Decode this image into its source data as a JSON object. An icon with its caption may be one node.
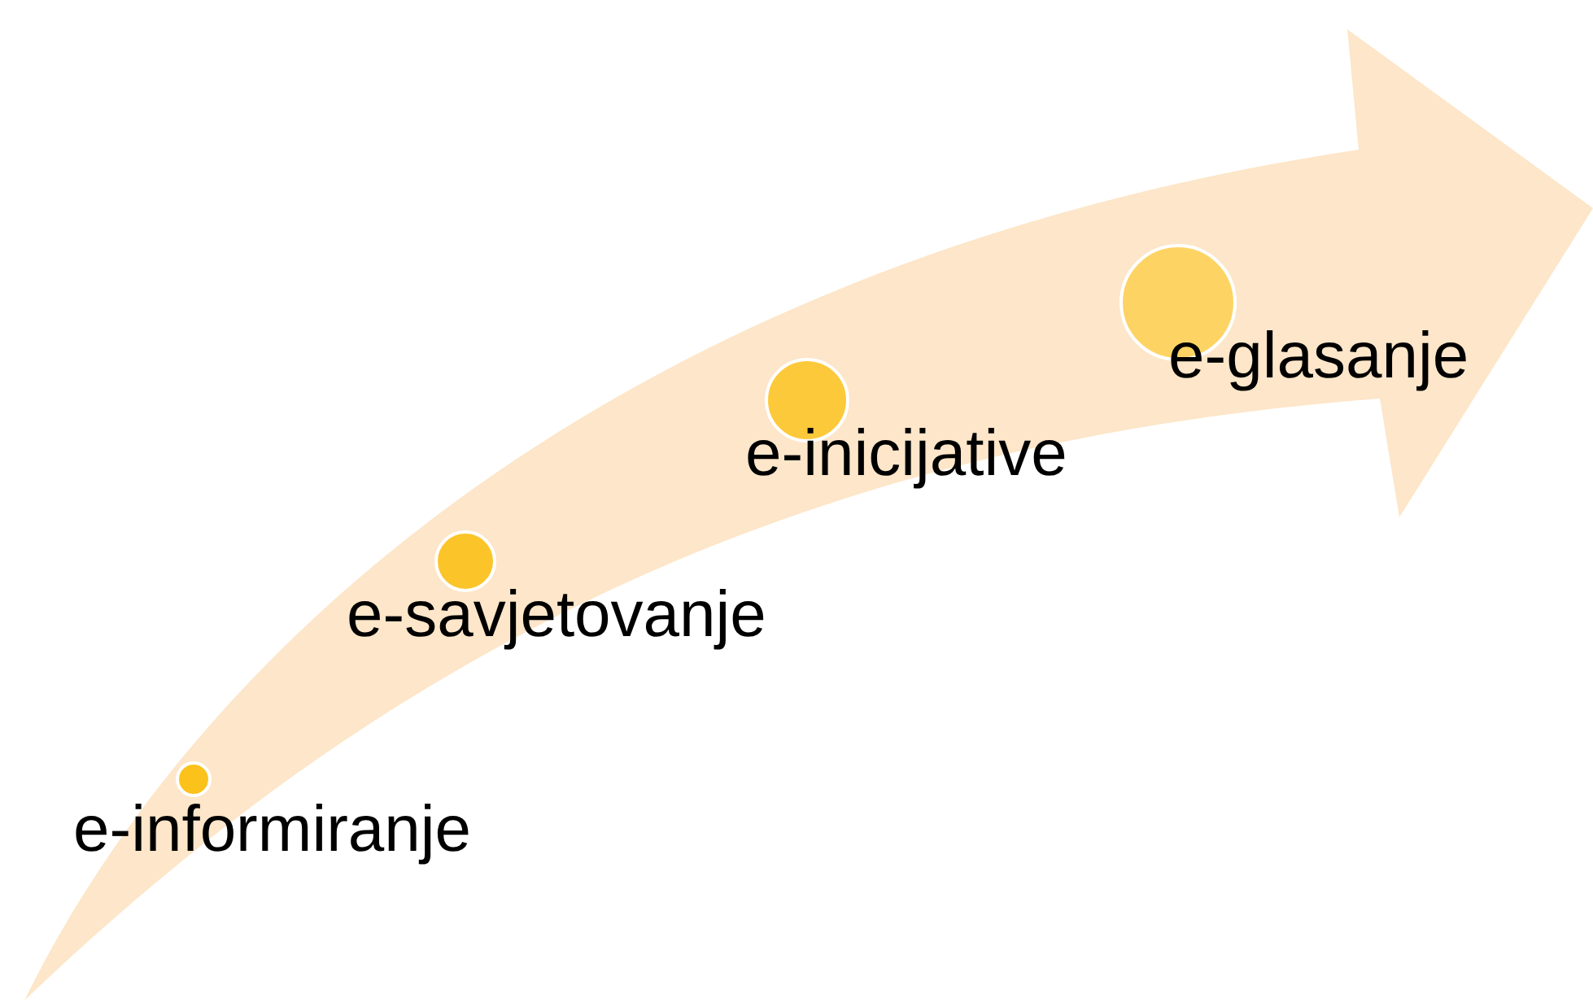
{
  "diagram": {
    "nodes": [
      {
        "text": [],
        "shape": "circle",
        "beside": [
          "e-informiranje"
        ]
      },
      {
        "text": [],
        "shape": "circle",
        "beside": [
          "e-savjetovanje"
        ]
      },
      {
        "text": [],
        "shape": "circle",
        "beside": [
          "e-inicijative"
        ]
      },
      {
        "text": [],
        "shape": "circle",
        "beside": [
          "e-glasanje"
        ]
      }
    ],
    "edges": []
  }
}
